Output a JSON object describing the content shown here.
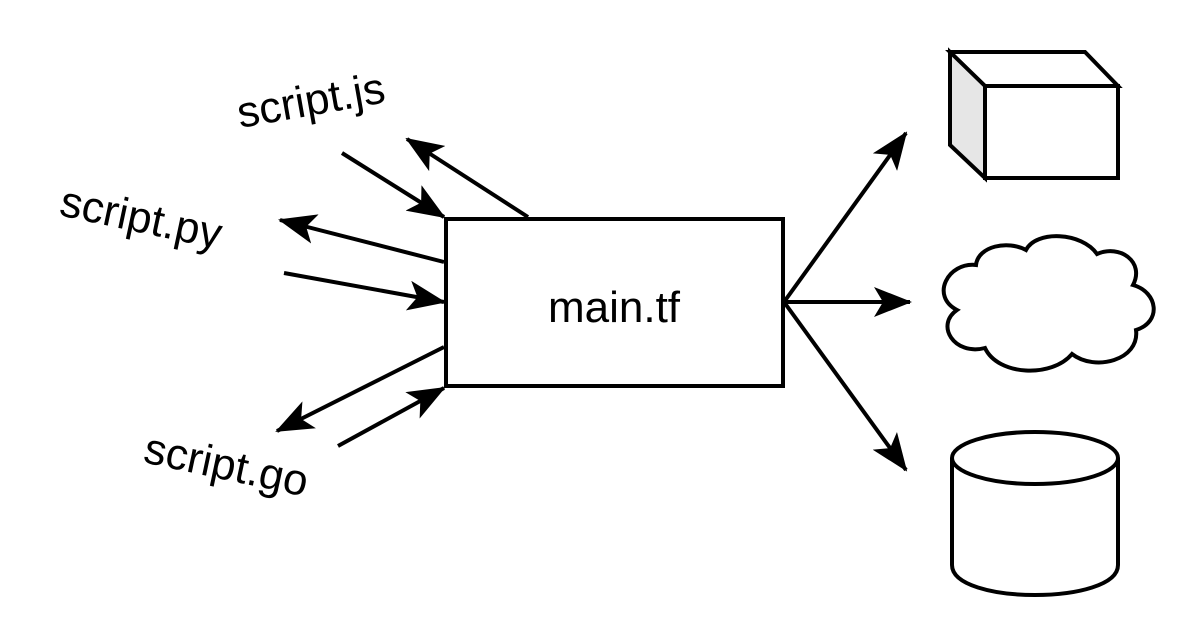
{
  "diagram": {
    "center_node": {
      "label": "main.tf"
    },
    "scripts": [
      {
        "id": "js",
        "label": "script.js"
      },
      {
        "id": "py",
        "label": "script.py"
      },
      {
        "id": "go",
        "label": "script.go"
      }
    ],
    "resources": [
      {
        "id": "compute",
        "icon": "cube-icon"
      },
      {
        "id": "cloud",
        "icon": "cloud-icon"
      },
      {
        "id": "database",
        "icon": "database-icon"
      }
    ],
    "colors": {
      "stroke": "#000000",
      "background": "#ffffff",
      "cube_side_fill": "#e6e6e6"
    }
  }
}
